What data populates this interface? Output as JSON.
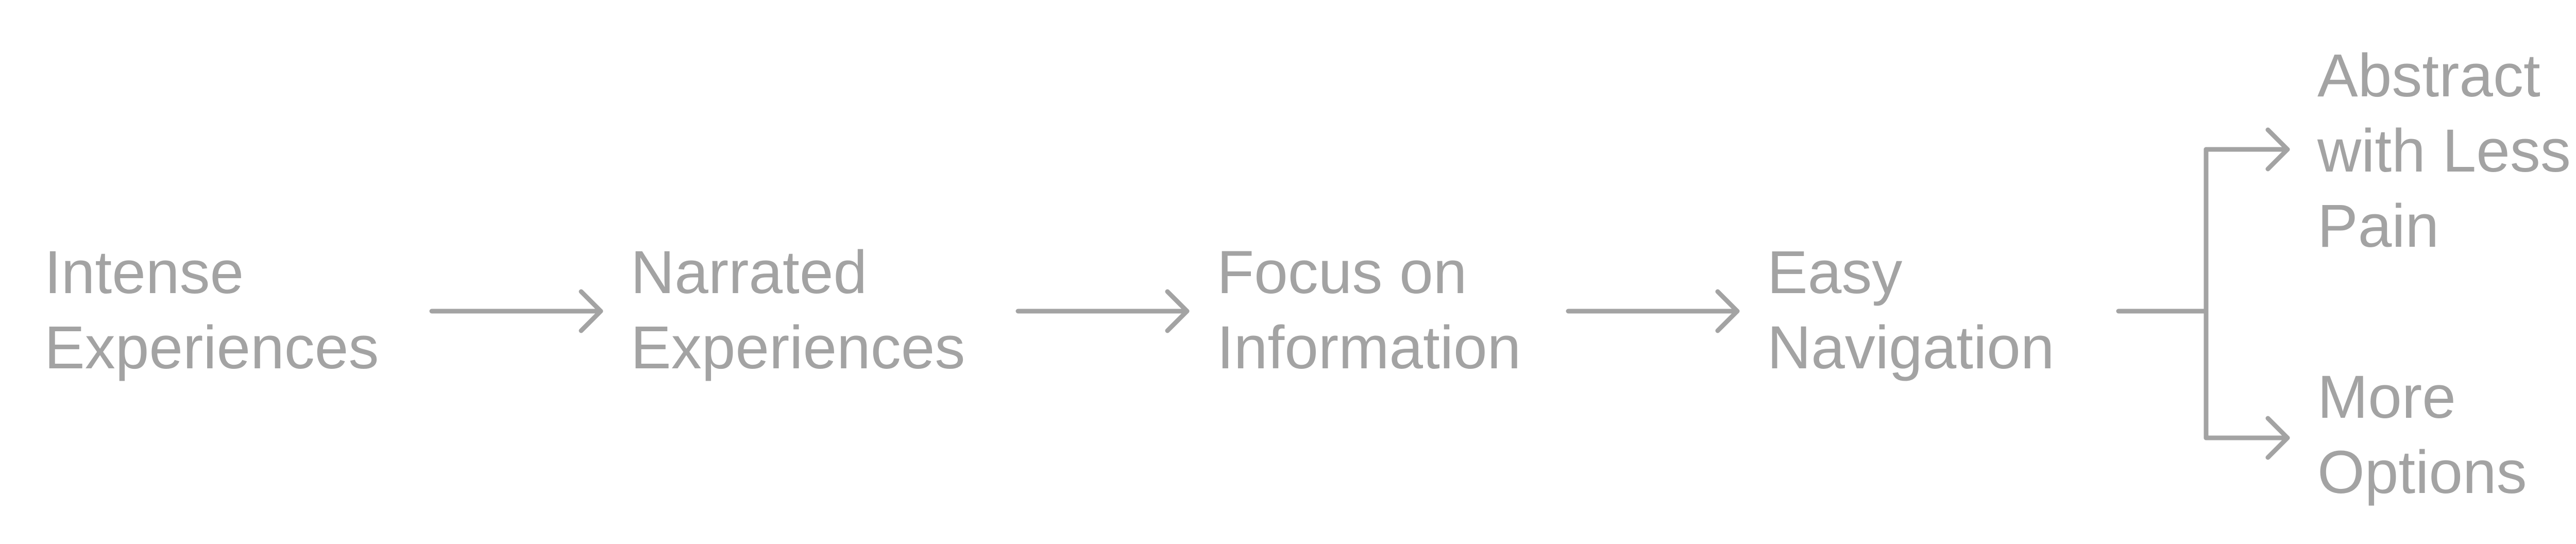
{
  "diagram": {
    "line_color": "#a3a3a3",
    "text_color": "#a3a3a3",
    "background": "#ffffff",
    "nodes": [
      {
        "id": "intense-experiences",
        "lines": [
          "Intense",
          "Experiences"
        ]
      },
      {
        "id": "narrated-experiences",
        "lines": [
          "Narrated",
          "Experiences"
        ]
      },
      {
        "id": "focus-on-information",
        "lines": [
          "Focus on",
          "Information"
        ]
      },
      {
        "id": "easy-navigation",
        "lines": [
          "Easy",
          "Navigation"
        ]
      },
      {
        "id": "abstract-with-less-pain",
        "lines": [
          "Abstract",
          "with Less",
          "Pain"
        ]
      },
      {
        "id": "more-options",
        "lines": [
          "More",
          "Options"
        ]
      }
    ],
    "edges": [
      {
        "from": "intense-experiences",
        "to": "narrated-experiences"
      },
      {
        "from": "narrated-experiences",
        "to": "focus-on-information"
      },
      {
        "from": "focus-on-information",
        "to": "easy-navigation"
      },
      {
        "from": "easy-navigation",
        "to": "abstract-with-less-pain"
      },
      {
        "from": "easy-navigation",
        "to": "more-options"
      }
    ]
  }
}
